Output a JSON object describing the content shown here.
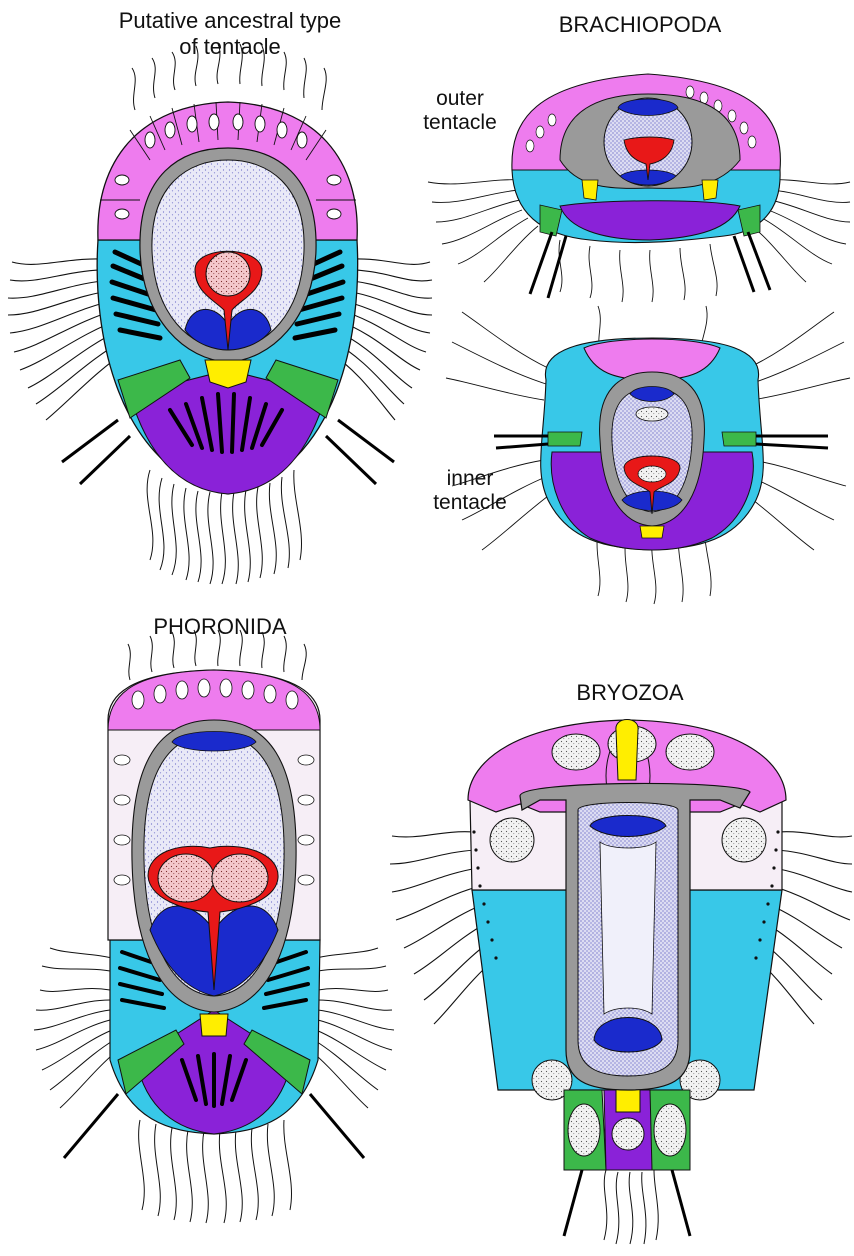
{
  "labels": {
    "ancestral_line1": "Putative ancestral type",
    "ancestral_line2": "of tentacle",
    "brachiopoda": "BRACHIOPODA",
    "outer_line1": "outer",
    "outer_line2": "tentacle",
    "inner_line1": "inner",
    "inner_line2": "tentacle",
    "phoronida": "PHORONIDA",
    "bryozoa": "BRYOZOA"
  },
  "colors": {
    "magenta_epidermis": "#ee7cee",
    "cyan_lateral": "#38c8e8",
    "purple_frontal": "#8a22d8",
    "green_cells": "#3cb84a",
    "yellow_nerve": "#ffee00",
    "gray_ecm": "#9a9a9a",
    "blue_muscle": "#1a2acc",
    "red_blood": "#e81818",
    "lavender_coelom": "#e6e6f6",
    "pale_pink_cells": "#f6eef6"
  }
}
